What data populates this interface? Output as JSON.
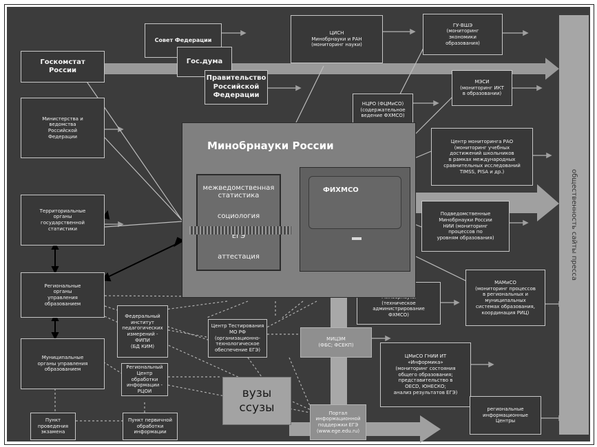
{
  "sidebar_label": "общественность сайты пресса",
  "main": {
    "title": "Минобрнауки России",
    "inner_lines": [
      "межведомственная статистика",
      "социология",
      "ЕГЭ",
      "аттестация"
    ],
    "screen_label": "ФИХМСО"
  },
  "boxes": {
    "goskomstat": "Госкомстат\nРоссии",
    "sovet": "Совет Федерации",
    "gosduma": "Гос.дума",
    "pravitelstvo": "Правительство\nРоссийской\nФедерации",
    "cisn": "ЦИСН\nМинобрнауки и РАН\n(мониторинг науки)",
    "gu_vshe": "ГУ-ВШЭ\n(мониторинг\nэкономики\nобразования)",
    "mesi": "МЭСИ\n(мониторинг ИКТ\nв образовании)",
    "ncro": "НЦРО (ФЦМиСО)\n(содержательное\nведение ФХМСО)",
    "ministerstva": "Министерства и\nведомства\nРоссийской\nФедерации",
    "centr_rao": "Центр мониторинга РАО\n(мониторинг учебных\nдостижений школьников\nв рамках международных\nсравнительных исследований\nTIMSS, PISA и др.)",
    "territorial": "Территориальные\nорганы\nгосударственной\nстатистики",
    "podvedom": "Подведомственные\nМинобрнауки России\nНИИ (мониторинг\nпроцессов по\nуровням образования)",
    "regional_org": "Региональные\nорганы\nуправления\nобразованием",
    "givc": "ГИВЦ\nМинобрнауки\n(техническое\nадминистрирование\nФХМСО)",
    "mamiso": "МАМиСО\n(мониторинг процессов\nв региональных и\nмуниципальных\nсистемах образования,\nкоординация РИЦ)",
    "fipi": "Федеральный\nинститут\nпедагогических\nизмерений - ФИПИ\n(БД КИМ)",
    "centr_test": "Центр Тестирования\nМО РФ\n(организационно-\nтехнологическое\nобеспечение ЕГЭ)",
    "micem": "МИЦЭМ\n(ФБС; ФСЕКП)",
    "municipal": "Муниципальные\nорганы управления\nобразованием",
    "rcoi": "Региональный\nЦентр обработки\nинформации - РЦОИ",
    "cmiso": "ЦМиСО ГНИИ ИТ\n«Информика»\n(мониторинг состояния\nобщего образования;\nпредставительство в\nОЕСD, ЮНЕСКО;\nанализ результатов ЕГЭ)",
    "punkt_exam": "Пункт\nпроведения\nэкзамена",
    "punkt_obr": "Пункт первичной\nобработки\nинформации",
    "vuzy": "вузы\nссузы",
    "portal": "Портал\nинформационной\nподдержки ЕГЭ\n(www.ege.edu.ru)",
    "ric": "региональные\nинформационные\nЦентры"
  },
  "colors": {
    "background": "#3c3c3c",
    "box": "#383838",
    "border": "#c8c8c8",
    "main": "#808080",
    "arrow": "#a0a0a0"
  }
}
